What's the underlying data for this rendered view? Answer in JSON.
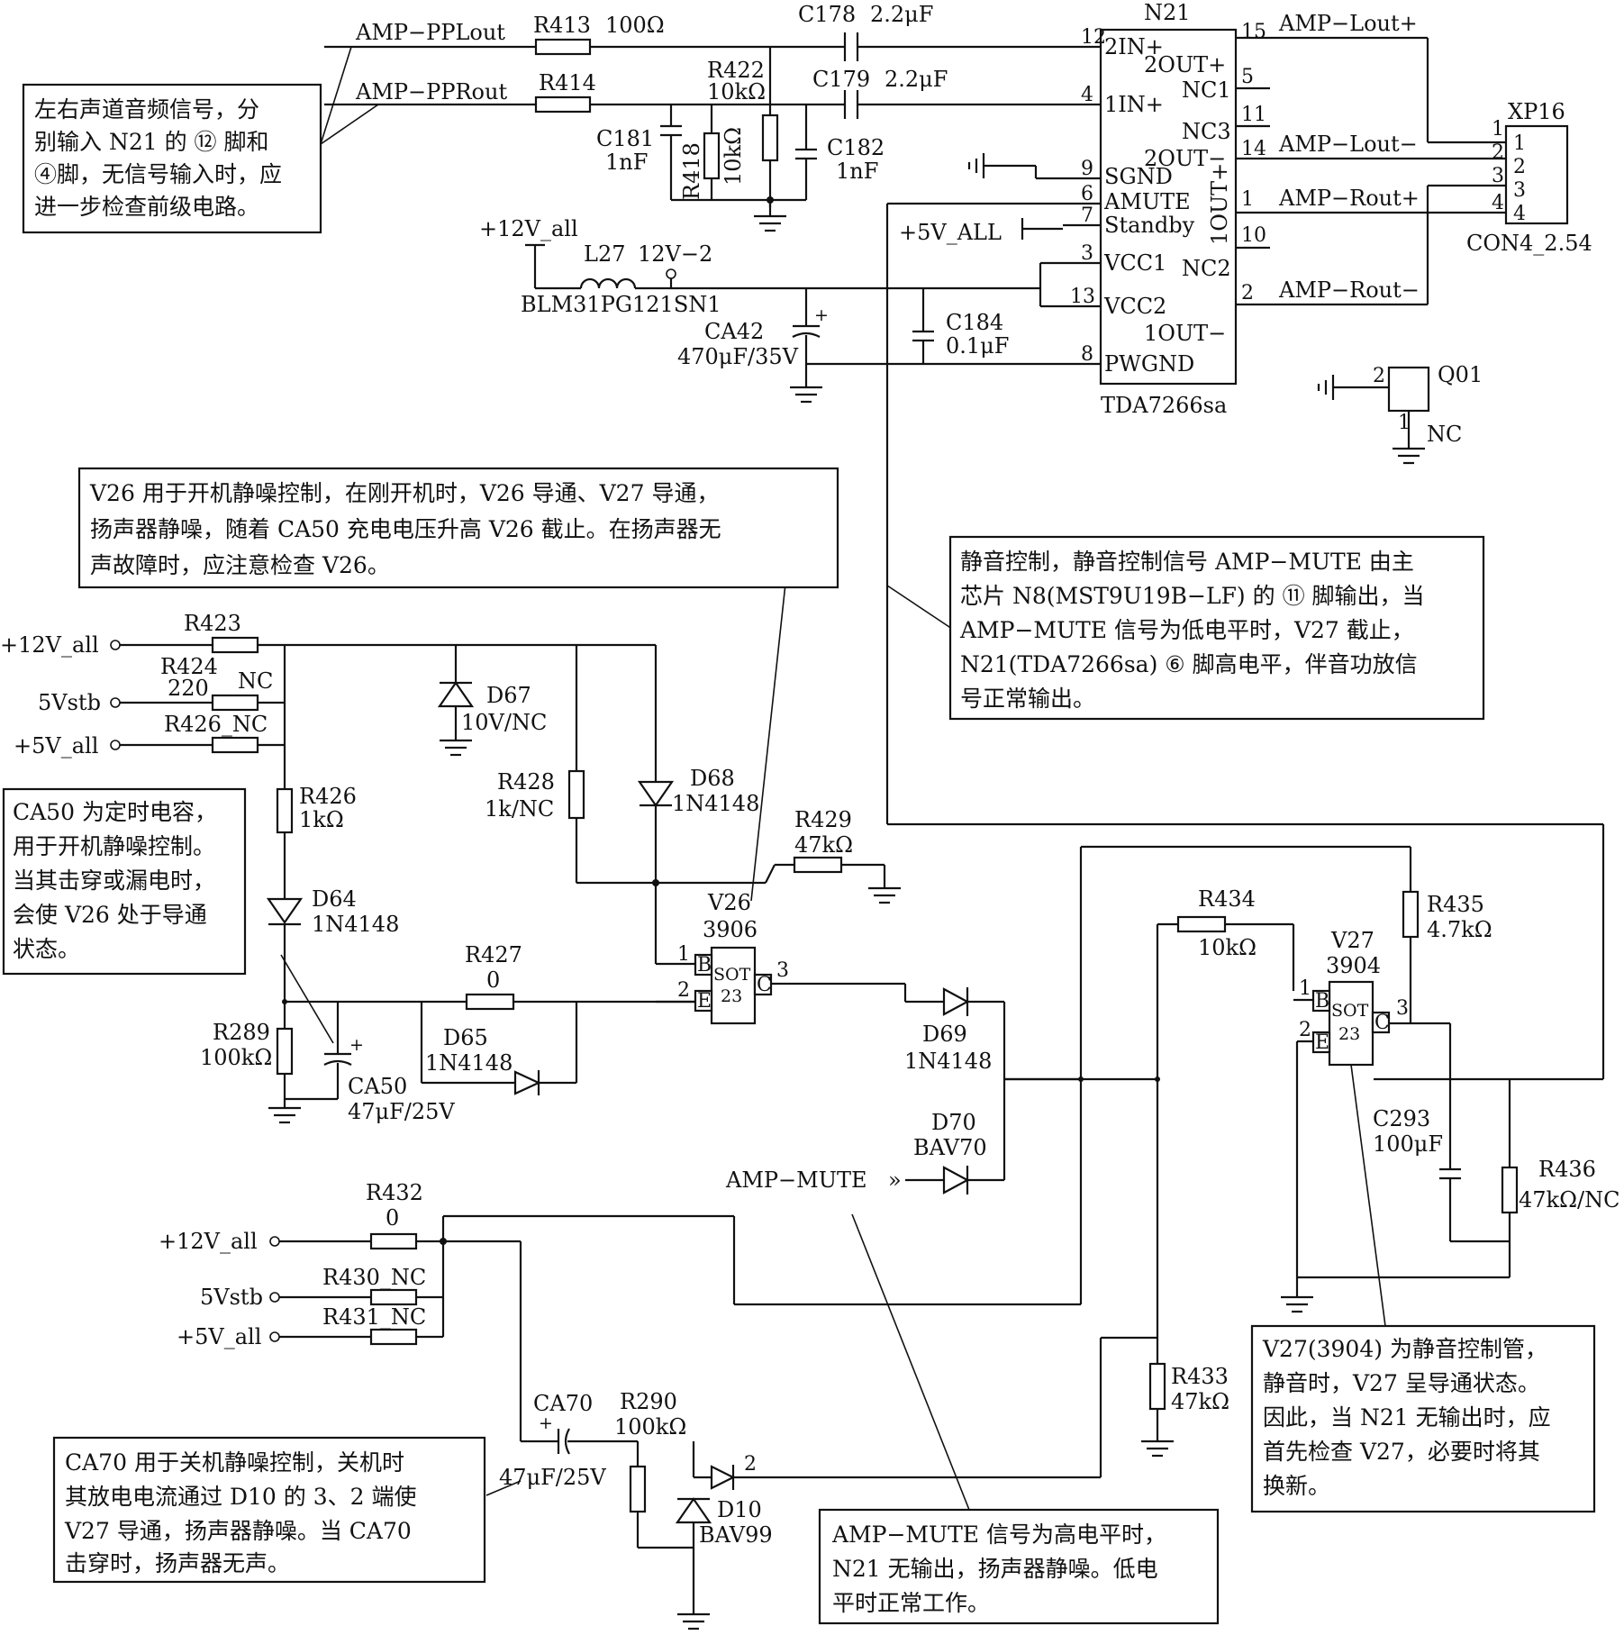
{
  "ic": {
    "ref": "N21",
    "part": "TDA7266sa",
    "pins": {
      "p12": "12",
      "p4": "4",
      "p9": "9",
      "p6": "6",
      "p7": "7",
      "p3": "3",
      "p13": "13",
      "p8": "8",
      "p15": "15",
      "p5": "5",
      "p11": "11",
      "p14": "14",
      "p1": "1",
      "p10": "10",
      "p2": "2"
    },
    "inner": {
      "in2": "2IN+",
      "in1": "1IN+",
      "sgnd": "SGND",
      "amute": "AMUTE",
      "standby": "Standby",
      "vcc1": "VCC1",
      "vcc2": "VCC2",
      "pwgnd": "PWGND",
      "out2p": "2OUT+",
      "nc1": "NC1",
      "nc3": "NC3",
      "out2n": "2OUT−",
      "out1p": "1OUT+",
      "nc2": "NC2",
      "out1n": "1OUT−"
    }
  },
  "connector": {
    "ref": "XP16",
    "part": "CON4_2.54",
    "pins": [
      "1",
      "2",
      "3",
      "4"
    ],
    "outside": [
      "1",
      "2",
      "3",
      "4"
    ]
  },
  "nets": {
    "lout_p": "AMP−Lout+",
    "lout_n": "AMP−Lout−",
    "rout_p": "AMP−Rout+",
    "rout_n": "AMP−Rout−",
    "in_l": "AMP−PPLout",
    "in_r": "AMP−PPRout",
    "v5all_ic": "+5V_ALL",
    "v12all_top": "+12V_all",
    "v12_2": "12V−2",
    "amp_mute": "AMP−MUTE",
    "v12a": "+12V_all",
    "v5stb_a": "5Vstb",
    "v5all_a": "+5V_all",
    "v12b": "+12V_all",
    "v5stb_b": "5Vstb",
    "v5all_b": "+5V_all"
  },
  "parts": {
    "r413": {
      "ref": "R413",
      "val": "100Ω"
    },
    "r414": {
      "ref": "R414"
    },
    "c178": {
      "ref": "C178",
      "val": "2.2μF"
    },
    "c179": {
      "ref": "C179",
      "val": "2.2μF"
    },
    "r422": {
      "ref": "R422",
      "val": "10kΩ"
    },
    "r418": {
      "ref": "R418",
      "val": "10kΩ"
    },
    "c181": {
      "ref": "C181",
      "val": "1nF"
    },
    "c182": {
      "ref": "C182",
      "val": "1nF"
    },
    "l27": {
      "ref": "L27",
      "val": "BLM31PG121SN1"
    },
    "ca42": {
      "ref": "CA42",
      "val": "470μF/35V"
    },
    "c184": {
      "ref": "C184",
      "val": "0.1μF"
    },
    "q01": {
      "ref": "Q01",
      "p2": "2",
      "p1": "1",
      "nc": "NC"
    },
    "r423": {
      "ref": "R423"
    },
    "r424": {
      "ref": "R424",
      "val": "220",
      "nc": "NC"
    },
    "r426a": {
      "ref": "R426_NC"
    },
    "r426": {
      "ref": "R426",
      "val": "1kΩ"
    },
    "d64": {
      "ref": "D64",
      "val": "1N4148"
    },
    "d67": {
      "ref": "D67",
      "val": "10V/NC"
    },
    "r428": {
      "ref": "R428",
      "val": "1k/NC"
    },
    "d68": {
      "ref": "D68",
      "val": "1N4148"
    },
    "r429": {
      "ref": "R429",
      "val": "47kΩ"
    },
    "r427": {
      "ref": "R427",
      "val": "0"
    },
    "d65": {
      "ref": "D65",
      "val": "1N4148"
    },
    "r289": {
      "ref": "R289",
      "val": "100kΩ"
    },
    "ca50": {
      "ref": "CA50",
      "val": "47μF/25V"
    },
    "v26": {
      "ref": "V26",
      "part": "3906",
      "b": "B",
      "e": "E",
      "c": "C",
      "p1": "1",
      "p2": "2",
      "p3": "3",
      "pkg1": "SOT",
      "pkg2": "23"
    },
    "d69": {
      "ref": "D69",
      "val": "1N4148"
    },
    "d70": {
      "ref": "D70",
      "val": "BAV70"
    },
    "r434": {
      "ref": "R434",
      "val": "10kΩ"
    },
    "r435": {
      "ref": "R435",
      "val": "4.7kΩ"
    },
    "v27": {
      "ref": "V27",
      "part": "3904",
      "b": "B",
      "e": "E",
      "c": "C",
      "p1": "1",
      "p2": "2",
      "p3": "3",
      "pkg1": "SOT",
      "pkg2": "23"
    },
    "c293": {
      "ref": "C293",
      "val": "100μF"
    },
    "r436": {
      "ref": "R436",
      "val": "47kΩ/NC"
    },
    "r432": {
      "ref": "R432",
      "val": "0"
    },
    "r430": {
      "ref": "R430_NC"
    },
    "r431": {
      "ref": "R431_NC"
    },
    "ca70": {
      "ref": "CA70",
      "val": "47μF/25V"
    },
    "r290": {
      "ref": "R290",
      "val": "100kΩ"
    },
    "r433": {
      "ref": "R433",
      "val": "47kΩ"
    },
    "d10": {
      "ref": "D10",
      "val": "BAV99",
      "pin": "2"
    }
  },
  "notes": {
    "n1": [
      "左右声道音频信号，分",
      "别输入 N21 的 ⑫ 脚和",
      "④脚，无信号输入时，应",
      "进一步检查前级电路。"
    ],
    "n2": [
      "V26 用于开机静噪控制，在刚开机时，V26 导通、V27 导通，",
      "扬声器静噪，随着 CA50 充电电压升高 V26 截止。在扬声器无",
      "声故障时，应注意检查 V26。"
    ],
    "n3": [
      "静音控制，静音控制信号 AMP−MUTE 由主",
      "芯片 N8(MST9U19B−LF) 的 ⑪ 脚输出，当",
      "AMP−MUTE 信号为低电平时，V27 截止，",
      "N21(TDA7266sa) ⑥ 脚高电平，伴音功放信",
      "号正常输出。"
    ],
    "n4": [
      "CA50 为定时电容，",
      "用于开机静噪控制。",
      "当其击穿或漏电时，",
      "会使 V26 处于导通",
      "状态。"
    ],
    "n5": [
      "CA70 用于关机静噪控制，关机时",
      "其放电电流通过 D10 的 3、2 端使",
      "V27 导通，扬声器静噪。当 CA70",
      "击穿时，扬声器无声。"
    ],
    "n6": [
      "AMP−MUTE 信号为高电平时，",
      "N21 无输出，扬声器静噪。低电",
      "平时正常工作。"
    ],
    "n7": [
      "V27(3904) 为静音控制管，",
      "静音时，V27 呈导通状态。",
      "因此，当 N21 无输出时，应",
      "首先检查 V27，必要时将其",
      "换新。"
    ]
  }
}
